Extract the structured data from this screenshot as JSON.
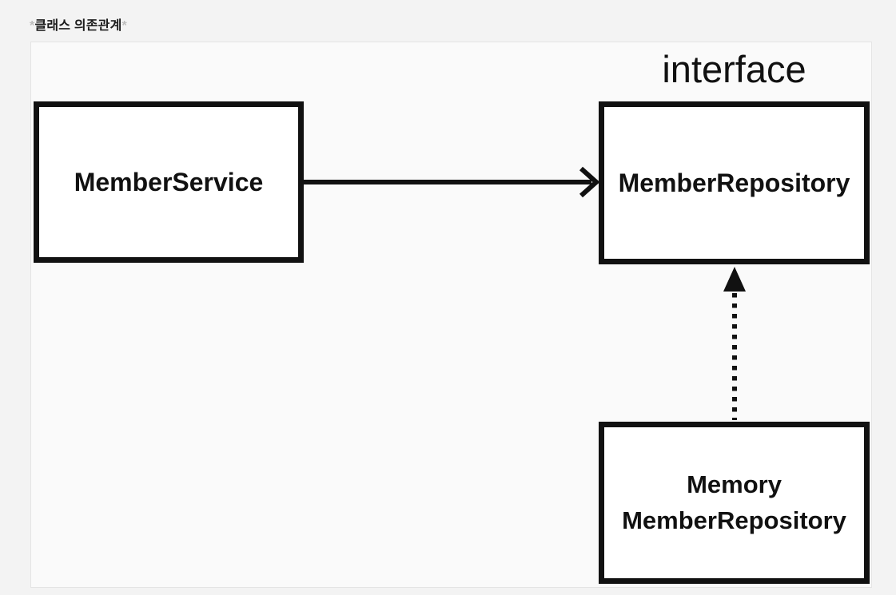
{
  "page": {
    "title": {
      "prefix": "*",
      "text": "클래스 의존관계",
      "suffix": "*"
    }
  },
  "diagram": {
    "interface_label": "interface",
    "nodes": {
      "member_service": {
        "label": "MemberService",
        "stereotype": "class"
      },
      "member_repository": {
        "label": "MemberRepository",
        "stereotype": "interface"
      },
      "memory_member_repository": {
        "label_line1": "Memory",
        "label_line2": "MemberRepository",
        "stereotype": "class"
      }
    },
    "edges": [
      {
        "from": "MemberService",
        "to": "MemberRepository",
        "style": "solid",
        "arrowhead": "open-chevron",
        "meaning": "dependency"
      },
      {
        "from": "MemoryMemberRepository",
        "to": "MemberRepository",
        "style": "dotted",
        "arrowhead": "filled-triangle",
        "meaning": "implements"
      }
    ],
    "colors": {
      "page_background": "#f3f3f3",
      "canvas_fill": "#fafafa",
      "canvas_border": "#e4e4e4",
      "node_fill": "#ffffff",
      "node_border": "#111111",
      "text": "#111111",
      "title_text": "#1c1c1c",
      "title_asterisk": "#bdbdbd"
    }
  }
}
